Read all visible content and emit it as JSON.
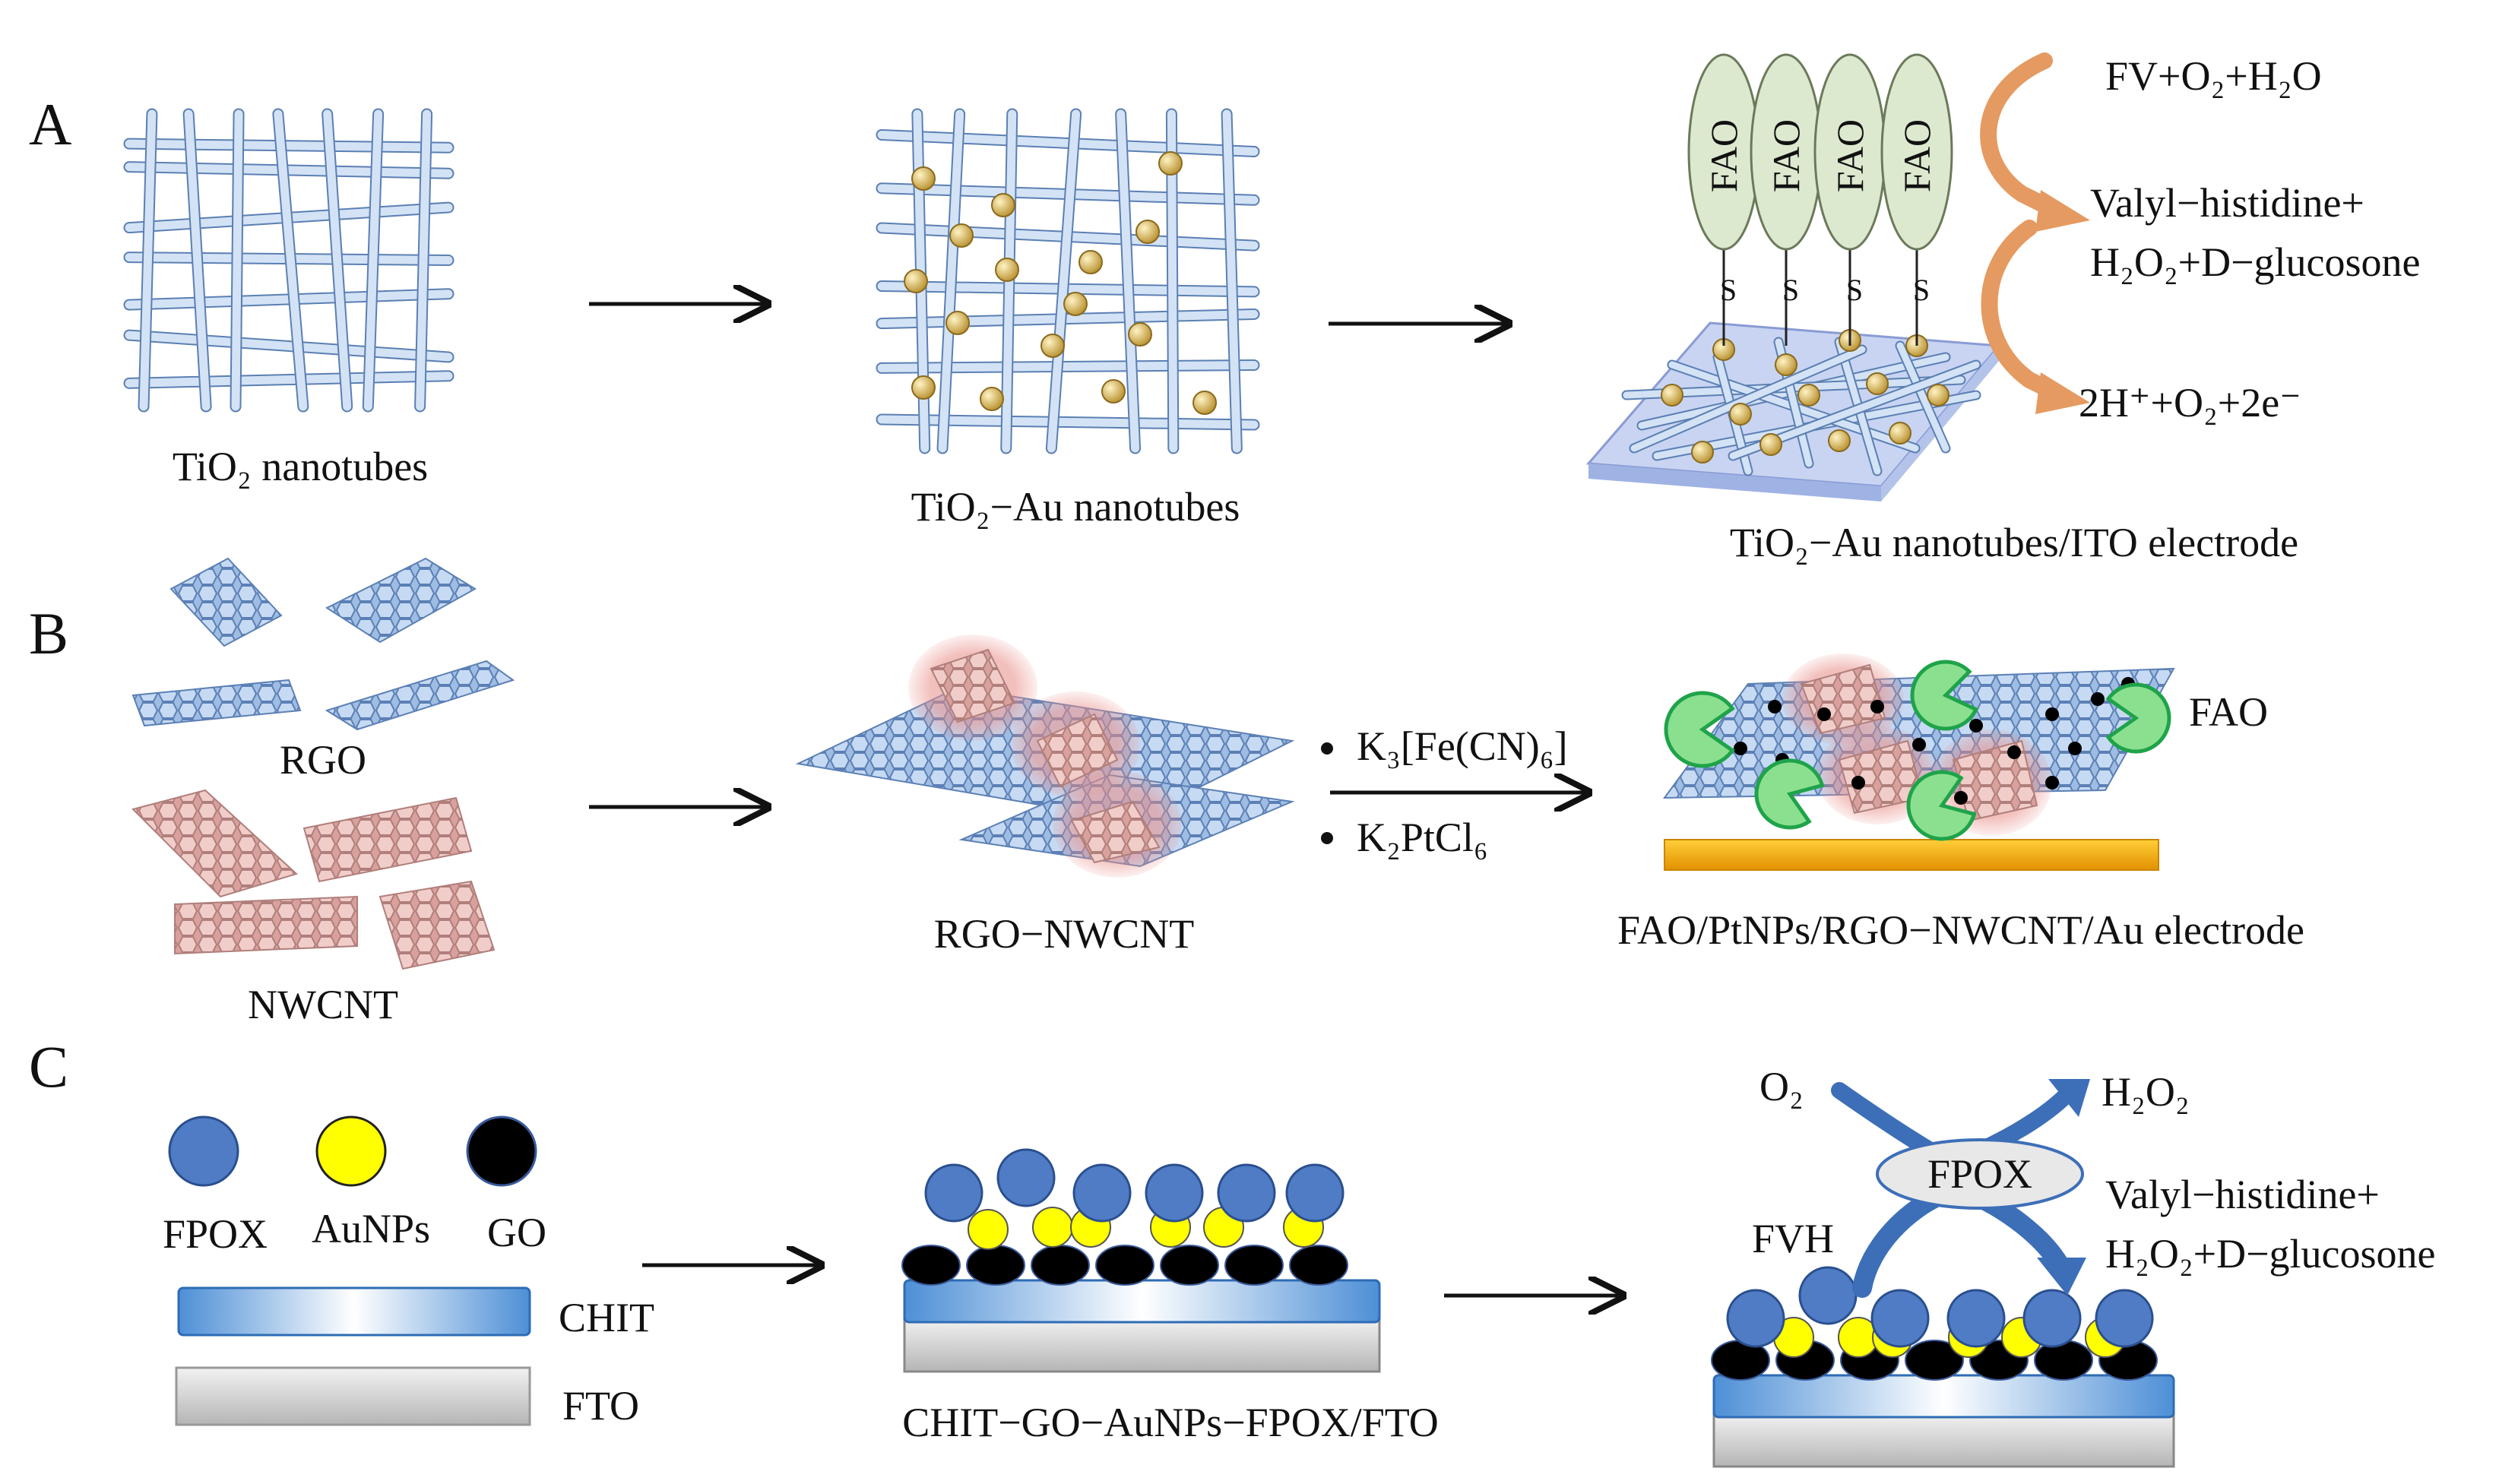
{
  "colors": {
    "tube_fill": "#c9dcf2",
    "tube_stroke": "#5b7fb3",
    "gold": "#c9a84a",
    "fao_fill": "#dde9cf",
    "fao_stroke": "#6b7a5a",
    "arrow_orange": "#e59a61",
    "rgo_blue": "#8fb0dc",
    "nwcnt_pink": "#e8b7b3",
    "green_enzyme": "#5ec46b",
    "fpox_blue": "#4f7cc4",
    "aunp_yellow": "#ffff00",
    "go_black": "#000000",
    "chit_blue": "#4d8fd6",
    "fto_gray": "#c8c8c8",
    "flow_arrow_blue": "#3d6fb8",
    "au_electrode": "#f2a800"
  },
  "panels": {
    "a": {
      "label": "A",
      "step1": "TiO₂ nanotubes",
      "step2": "TiO₂−Au nanotubes",
      "step3": "TiO₂−Au nanotubes/ITO electrode",
      "enzyme": "FAO",
      "linker": "S",
      "reaction_top": "FV+O₂+H₂O",
      "reaction_mid_line1": "Valyl−histidine+",
      "reaction_mid_line2": "H₂O₂+D−glucosone",
      "reaction_bottom": "2H⁺+O₂+2e⁻"
    },
    "b": {
      "label": "B",
      "rgo": "RGO",
      "nwcnt": "NWCNT",
      "composite": "RGO−NWCNT",
      "reagent1": "K₃[Fe(CN)₆]",
      "reagent2": "K₂PtCl₆",
      "enzyme": "FAO",
      "electrode": "FAO/PtNPs/RGO−NWCNT/Au electrode"
    },
    "c": {
      "label": "C",
      "fpox": "FPOX",
      "aunps": "AuNPs",
      "go": "GO",
      "chit": "CHIT",
      "fto": "FTO",
      "electrode": "CHIT−GO−AuNPs−FPOX/FTO",
      "o2": "O₂",
      "h2o2": "H₂O₂",
      "enzyme": "FPOX",
      "fvh": "FVH",
      "product_line1": "Valyl−histidine+",
      "product_line2": "H₂O₂+D−glucosone"
    }
  }
}
